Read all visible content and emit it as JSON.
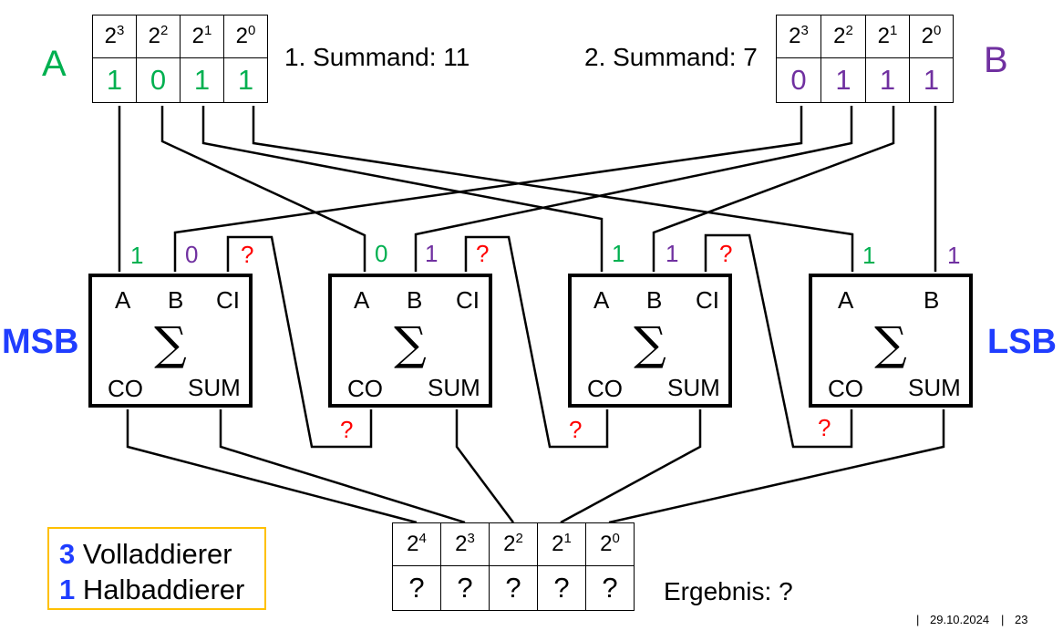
{
  "operand_a": {
    "label": "A",
    "powers": [
      {
        "base": "2",
        "exp": "3"
      },
      {
        "base": "2",
        "exp": "2"
      },
      {
        "base": "2",
        "exp": "1"
      },
      {
        "base": "2",
        "exp": "0"
      }
    ],
    "bits": [
      "1",
      "0",
      "1",
      "1"
    ],
    "caption": "1. Summand: 11",
    "color": "#00b050"
  },
  "operand_b": {
    "label": "B",
    "powers": [
      {
        "base": "2",
        "exp": "3"
      },
      {
        "base": "2",
        "exp": "2"
      },
      {
        "base": "2",
        "exp": "1"
      },
      {
        "base": "2",
        "exp": "0"
      }
    ],
    "bits": [
      "0",
      "1",
      "1",
      "1"
    ],
    "caption": "2. Summand: 7",
    "color": "#7030a0"
  },
  "side_labels": {
    "msb": "MSB",
    "lsb": "LSB"
  },
  "adders": [
    {
      "pins_top": [
        "A",
        "B",
        "CI"
      ],
      "pins_bottom": [
        "CO",
        "SUM"
      ],
      "symbol": "∑",
      "in_a": "1",
      "in_b": "0",
      "in_ci": "?",
      "carry_out": "?"
    },
    {
      "pins_top": [
        "A",
        "B",
        "CI"
      ],
      "pins_bottom": [
        "CO",
        "SUM"
      ],
      "symbol": "∑",
      "in_a": "0",
      "in_b": "1",
      "in_ci": "?",
      "carry_out": "?"
    },
    {
      "pins_top": [
        "A",
        "B",
        "CI"
      ],
      "pins_bottom": [
        "CO",
        "SUM"
      ],
      "symbol": "∑",
      "in_a": "1",
      "in_b": "1",
      "in_ci": "?",
      "carry_out": "?"
    },
    {
      "pins_top": [
        "A",
        "B"
      ],
      "pins_bottom": [
        "CO",
        "SUM"
      ],
      "symbol": "∑",
      "in_a": "1",
      "in_b": "1"
    }
  ],
  "result": {
    "powers": [
      {
        "base": "2",
        "exp": "4"
      },
      {
        "base": "2",
        "exp": "3"
      },
      {
        "base": "2",
        "exp": "2"
      },
      {
        "base": "2",
        "exp": "1"
      },
      {
        "base": "2",
        "exp": "0"
      }
    ],
    "bits": [
      "?",
      "?",
      "?",
      "?",
      "?"
    ],
    "caption": "Ergebnis: ?"
  },
  "legend": {
    "full_adder_count": "3",
    "full_adder_label": "Volladdierer",
    "half_adder_count": "1",
    "half_adder_label": "Halbaddierer"
  },
  "footer": {
    "sep": "|",
    "date": "29.10.2024",
    "page": "23"
  },
  "colors": {
    "a": "#00b050",
    "b": "#7030a0",
    "unknown": "#ff0000",
    "accent": "#1f3dff",
    "legend_border": "#ffc000"
  }
}
